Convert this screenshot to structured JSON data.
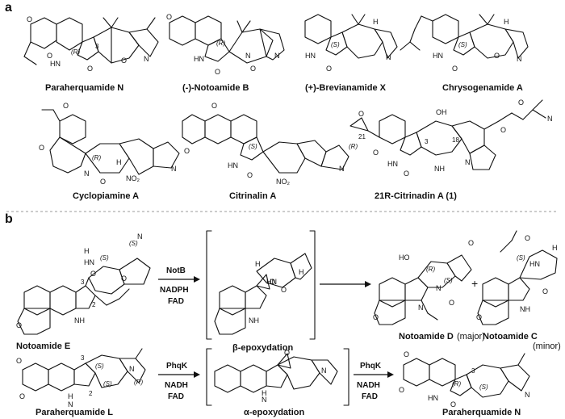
{
  "panels": {
    "a": "a",
    "b": "b"
  },
  "compounds_a": [
    {
      "name": "Paraherquamide N"
    },
    {
      "name": "(-)-Notoamide B"
    },
    {
      "name": "(+)-Brevianamide X"
    },
    {
      "name": "Chrysogenamide A"
    },
    {
      "name": "Cyclopiamine A"
    },
    {
      "name": "Citrinalin A"
    },
    {
      "name": "21R-Citrinadin A (1)"
    }
  ],
  "scheme_b": {
    "row1": {
      "start": "Notoamide E",
      "enzyme": "NotB",
      "cofactors": [
        "NADPH",
        "FAD"
      ],
      "intermediate": "β-epoxydation",
      "product_major": "Notoamide D",
      "product_major_note": "(major)",
      "plus": "+",
      "product_minor": "Notoamide C",
      "product_minor_note": "(minor)"
    },
    "row2": {
      "start": "Paraherquamide L",
      "enzyme1": "PhqK",
      "cofactors1": [
        "NADH",
        "FAD"
      ],
      "intermediate": "α-epoxydation",
      "enzyme2": "PhqK",
      "cofactors2": [
        "NADH",
        "FAD"
      ],
      "product": "Paraherquamide N"
    }
  },
  "stereo_labels": {
    "R": "(R)",
    "S": "(S)"
  },
  "atom_labels": {
    "O": "O",
    "N": "N",
    "H": "H",
    "NH": "NH",
    "HN": "HN",
    "OH": "OH",
    "HO": "HO",
    "NO2": "NO₂",
    "n3": "3",
    "n2": "2",
    "n18": "18",
    "n21": "21"
  }
}
